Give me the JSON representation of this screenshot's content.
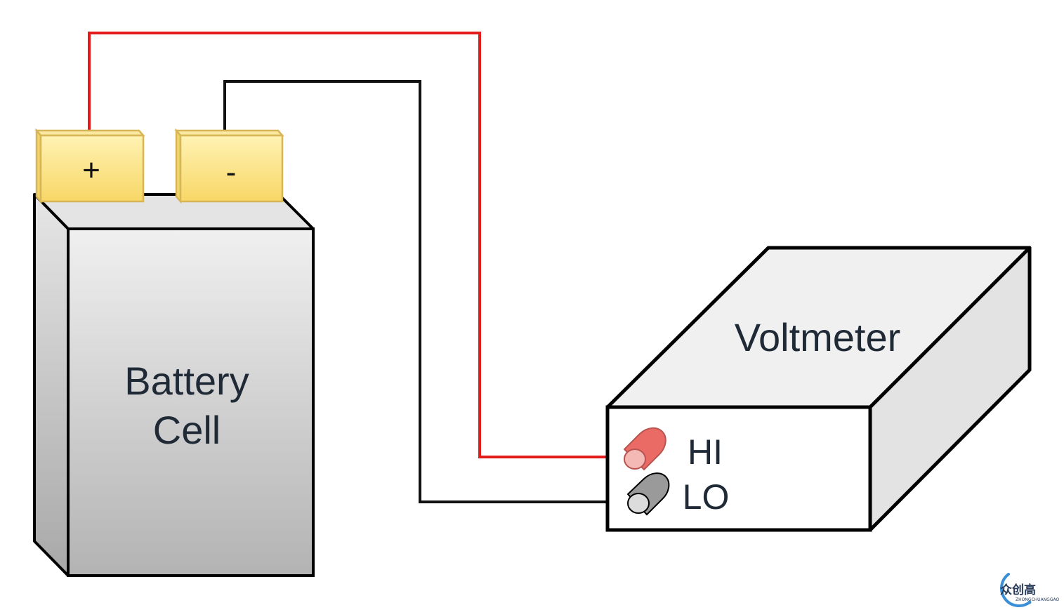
{
  "battery": {
    "label_line1": "Battery",
    "label_line2": "Cell",
    "positive_terminal": "+",
    "negative_terminal": "-"
  },
  "voltmeter": {
    "label": "Voltmeter",
    "hi_port": "HI",
    "lo_port": "LO"
  },
  "wires": {
    "positive_color": "#e31b1b",
    "negative_color": "#111111"
  },
  "colors": {
    "terminal_gold": "#f7d766",
    "terminal_edge": "#d6b656",
    "hi_jack": "#ea6b66",
    "lo_jack": "#9a9a9a"
  },
  "watermark": {
    "text": "众创高",
    "subtext": "ZHONGCHUANGGAO"
  }
}
